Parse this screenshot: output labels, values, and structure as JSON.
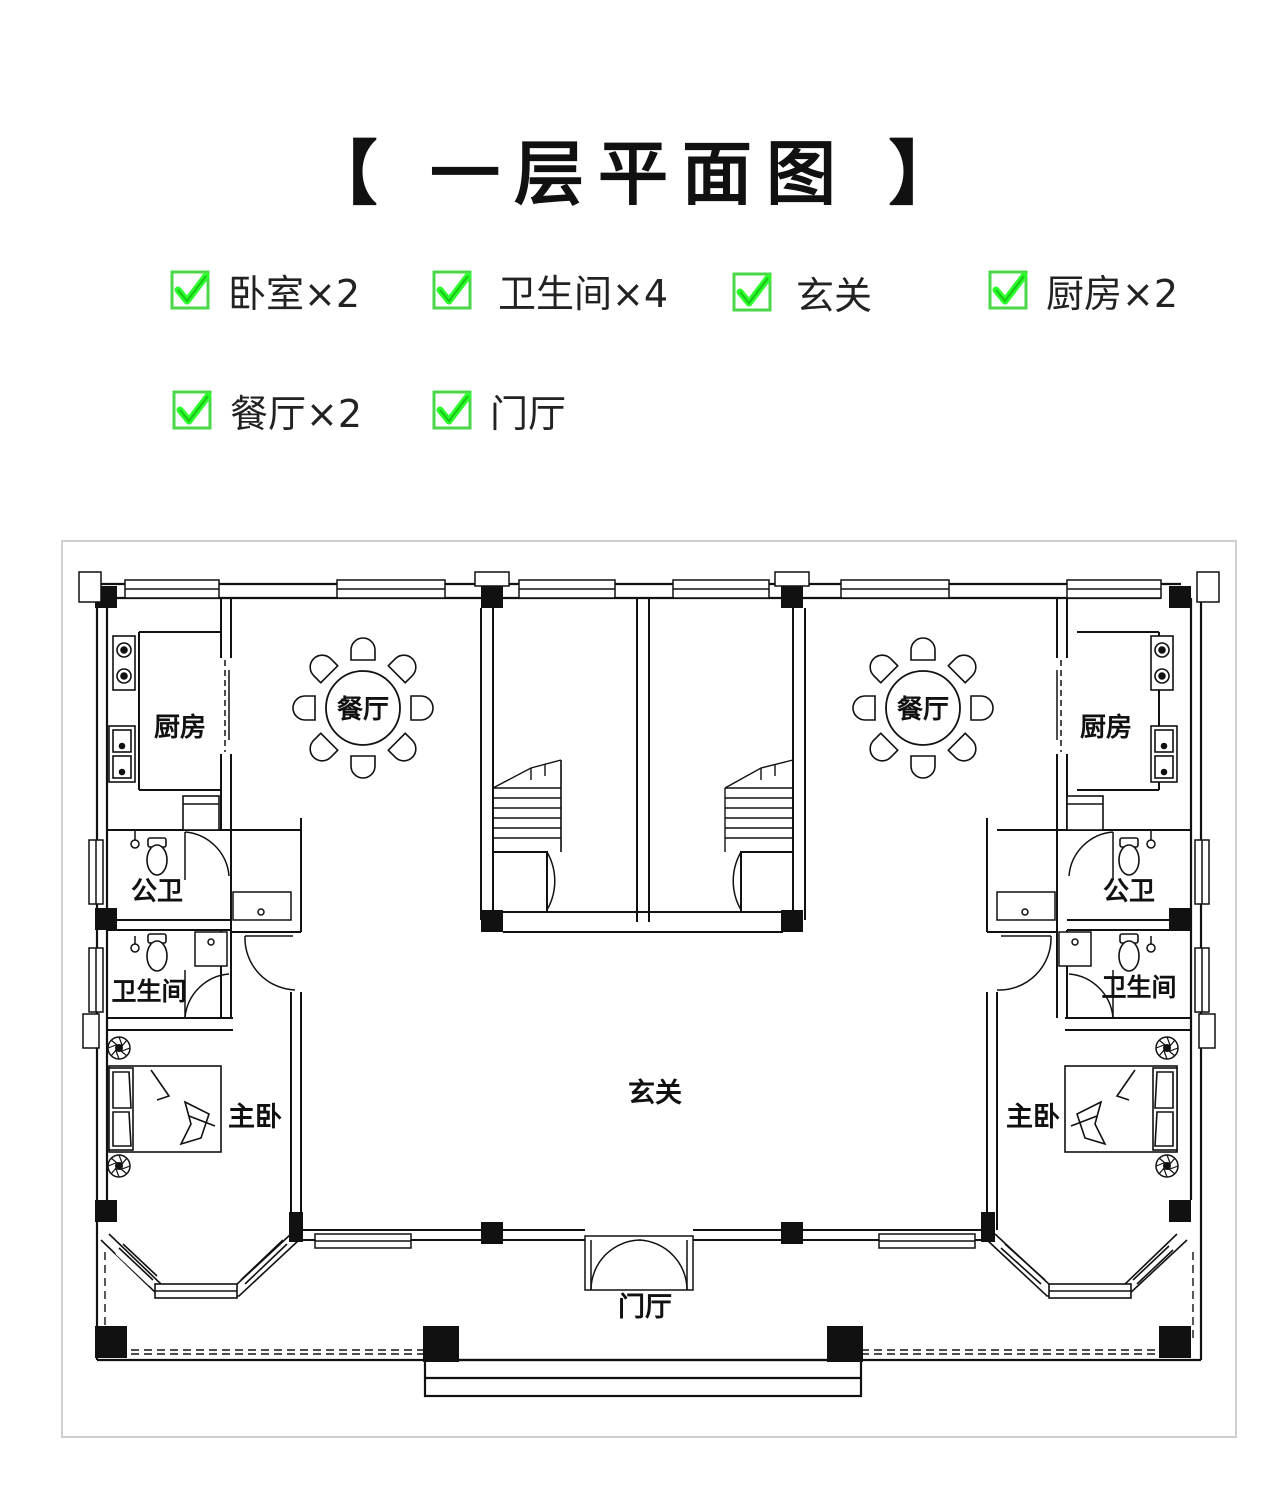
{
  "title": "【 一层平面图 】",
  "colors": {
    "check_green": "#2bff2b",
    "check_border": "#4ad84a",
    "wall": "#111111",
    "frame": "#cfcfcf"
  },
  "legend": [
    {
      "label": "卧室×2",
      "icon": "check-icon"
    },
    {
      "label": "卫生间×4",
      "icon": "check-icon"
    },
    {
      "label": "玄关",
      "icon": "check-icon"
    },
    {
      "label": "厨房×2",
      "icon": "check-icon"
    },
    {
      "label": "餐厅×2",
      "icon": "check-icon"
    },
    {
      "label": "门厅",
      "icon": "check-icon"
    }
  ],
  "rooms": {
    "kitchen_left": "厨房",
    "kitchen_right": "厨房",
    "dining_left": "餐厅",
    "dining_right": "餐厅",
    "public_wc_left": "公卫",
    "public_wc_right": "公卫",
    "bathroom_left": "卫生间",
    "bathroom_right": "卫生间",
    "master_left": "主卧",
    "master_right": "主卧",
    "foyer": "玄关",
    "entry_hall": "门厅"
  }
}
